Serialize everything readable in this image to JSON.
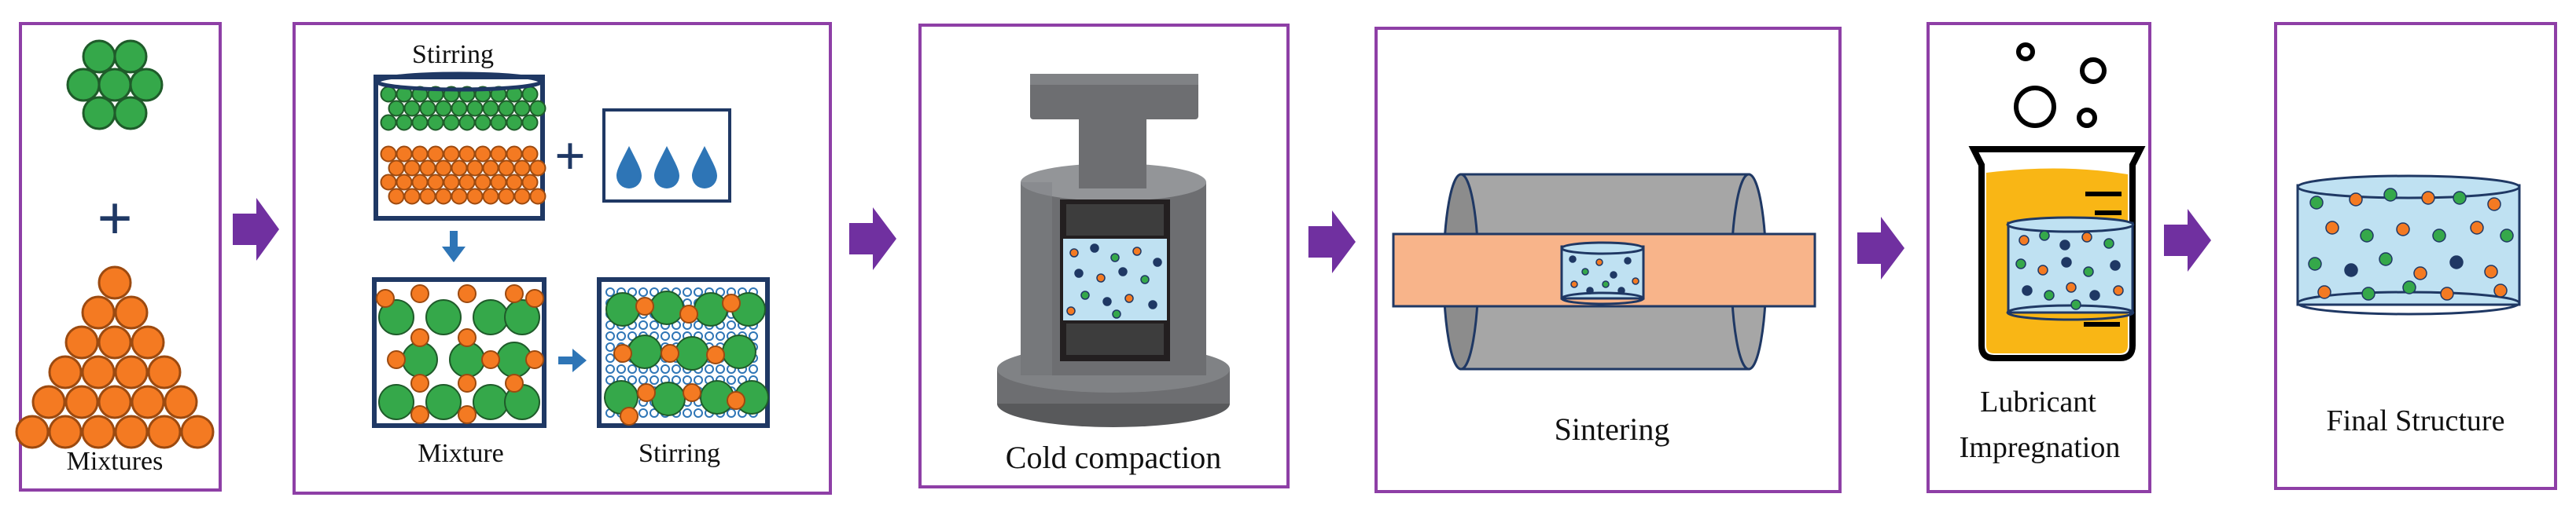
{
  "stages": {
    "mixtures": {
      "label": "Mixtures"
    },
    "stirring": {
      "top_label": "Stirring",
      "mixture_label": "Mixture",
      "stirred_label": "Stirring"
    },
    "compaction": {
      "label": "Cold compaction"
    },
    "sintering": {
      "label": "Sintering"
    },
    "impregnation": {
      "label_line1": "Lubricant",
      "label_line2": "Impregnation"
    },
    "final": {
      "label": "Final Structure"
    }
  },
  "symbols": {
    "plus": "+"
  },
  "colors": {
    "frame": "#8e3fa6",
    "arrow": "#7030a0",
    "green_particle": "#35a84a",
    "orange_particle": "#f47a22",
    "container": "#1f3864",
    "liquid_blue": "#bfe1f2",
    "drop_blue": "#2e75b6",
    "press_grey": "#6d6e71",
    "furnace_grey": "#a6a6a6",
    "sinter_band": "#f8b48a",
    "lubricant": "#f9b615"
  }
}
